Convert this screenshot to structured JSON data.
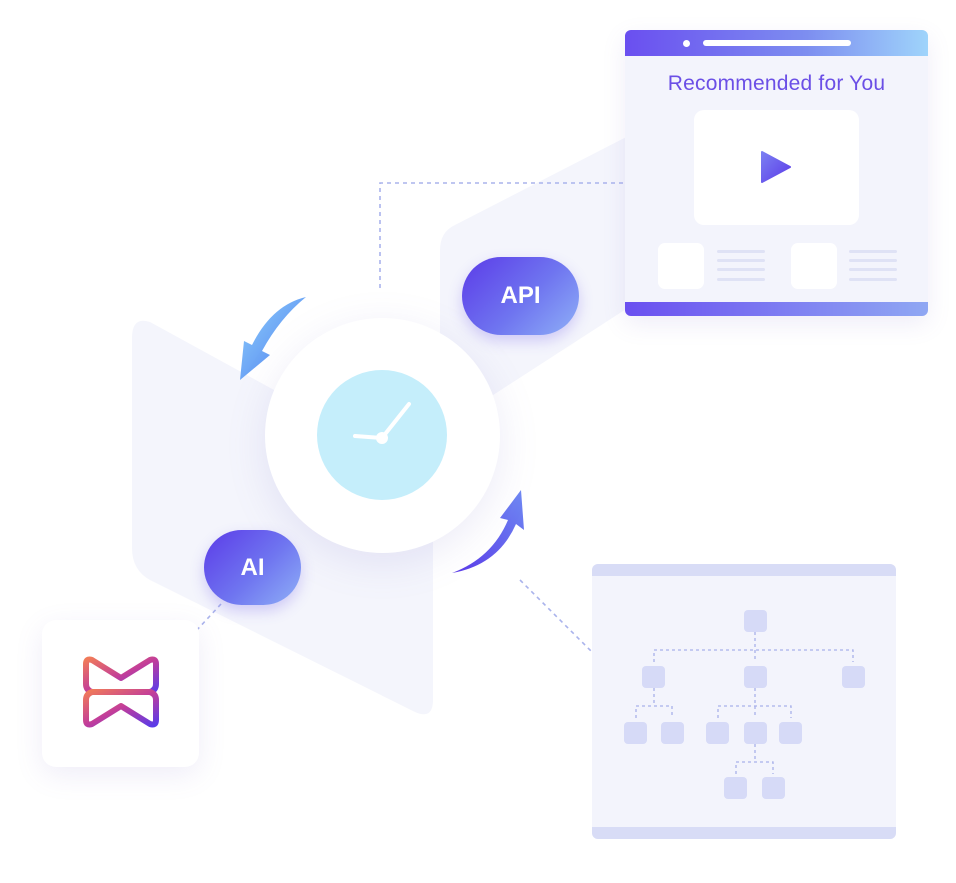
{
  "browser": {
    "title": "Recommended for You"
  },
  "badges": {
    "api": "API",
    "ai": "AI"
  },
  "icons": {
    "play": "play-icon",
    "clock": "clock-icon",
    "logo": "butterfly-logo-icon"
  },
  "colors": {
    "accent_purple": "#6b4fe6",
    "accent_blue": "#6aaaf5",
    "panel_bg": "#f3f4fc",
    "clock_face": "#c5eefb",
    "node": "#d6daf7"
  }
}
